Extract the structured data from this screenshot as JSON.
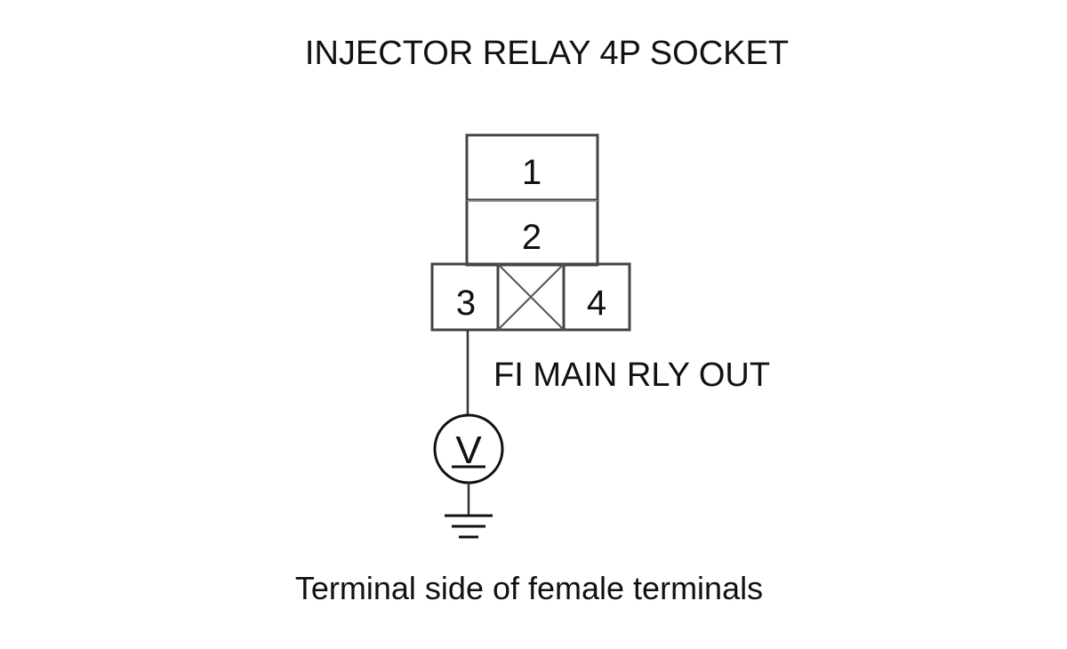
{
  "title": "INJECTOR RELAY 4P SOCKET",
  "connector": {
    "terminals": [
      {
        "number": "1"
      },
      {
        "number": "2"
      },
      {
        "number": "3"
      },
      {
        "number": "4"
      }
    ],
    "unused_cavity": "x-mark-icon"
  },
  "wire_label": "FI MAIN RLY OUT",
  "meter": {
    "icon": "voltmeter-icon",
    "symbol": "V"
  },
  "ground": {
    "icon": "ground-icon"
  },
  "caption": "Terminal side of female terminals"
}
